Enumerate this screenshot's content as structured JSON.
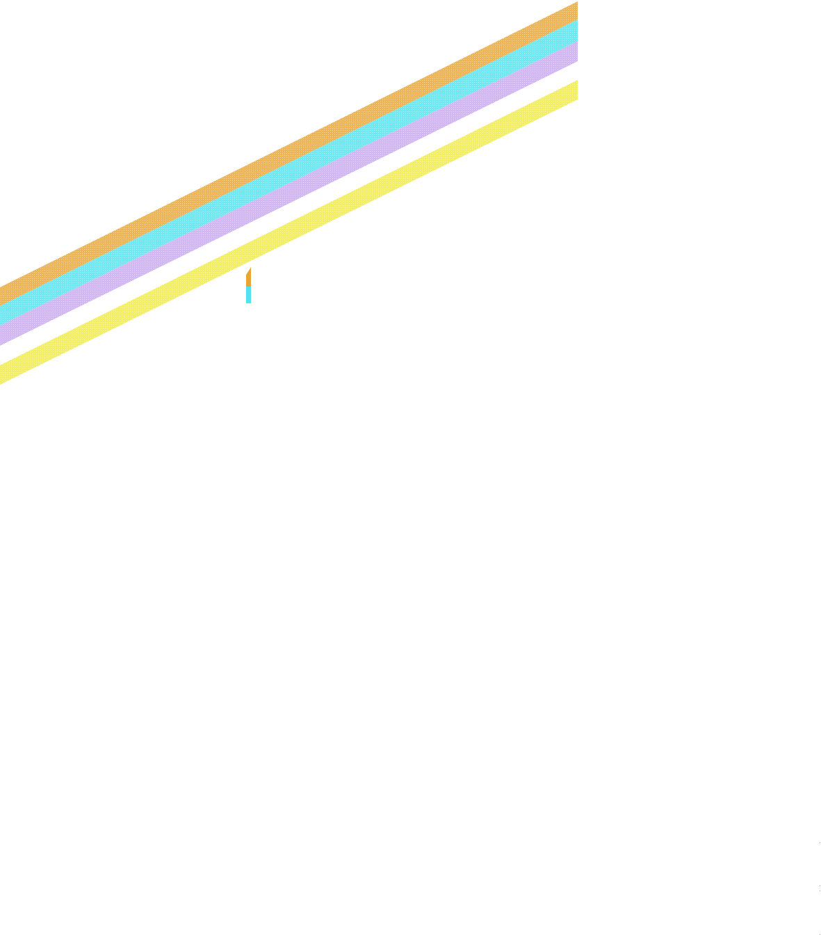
{
  "image": {
    "background_color": "#ffffff",
    "bands": [
      {
        "name": "orange-band",
        "color": "#E8A534"
      },
      {
        "name": "cyan-band",
        "color": "#52E3EE"
      },
      {
        "name": "lavender-band",
        "color": "#C7A8F0"
      },
      {
        "name": "yellow-band",
        "color": "#EFEA45"
      }
    ],
    "small_fragment": {
      "top_color": "#E8A534",
      "bottom_color": "#52E3EE"
    }
  }
}
